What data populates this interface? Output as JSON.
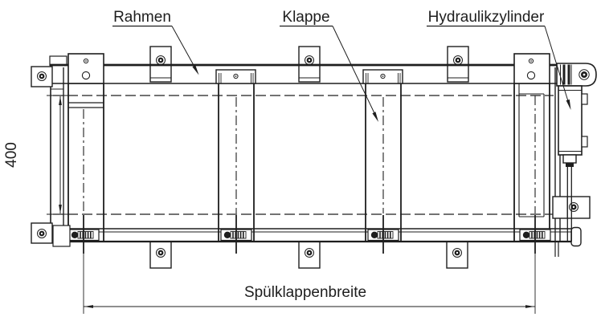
{
  "drawing": {
    "labels": {
      "rahmen": "Rahmen",
      "klappe": "Klappe",
      "hydraulikzylinder": "Hydraulikzylinder"
    },
    "dimensions": {
      "flap_height": "400",
      "flap_width_label": "Spülklappenbreite"
    },
    "colors": {
      "ink": "#1e1e1e",
      "paper": "#ffffff"
    }
  }
}
